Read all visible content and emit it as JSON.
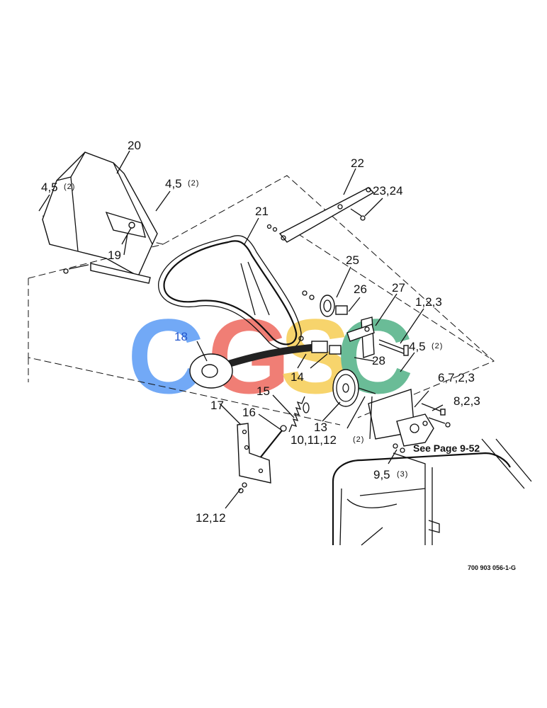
{
  "watermark": {
    "letters": [
      "C",
      "G",
      "S",
      "C"
    ],
    "colors": [
      "#5f9ef5",
      "#ee6d62",
      "#f7cf58",
      "#56b389"
    ]
  },
  "callouts": {
    "c20": "20",
    "c45a": "4,5",
    "c45a_qty": "(2)",
    "c45b": "4,5",
    "c45b_qty": "(2)",
    "c19": "19",
    "c22": "22",
    "c2324": "23,24",
    "c21": "21",
    "c25": "25",
    "c26": "26",
    "c27": "27",
    "c123": "1,2,3",
    "c45c": "4,5",
    "c45c_qty": "(2)",
    "c18": "18",
    "c28": "28",
    "c14": "14",
    "c15": "15",
    "c6723": "6,7,2,3",
    "c823": "8,2,3",
    "c17": "17",
    "c16": "16",
    "c13": "13",
    "c101112": "10,11,12",
    "c101112_qty": "(2)",
    "c95": "9,5",
    "c95_qty": "(3)",
    "c1212": "12,12"
  },
  "see_page": "See Page 9-52",
  "drawing_number": "700 903 056-1-G"
}
